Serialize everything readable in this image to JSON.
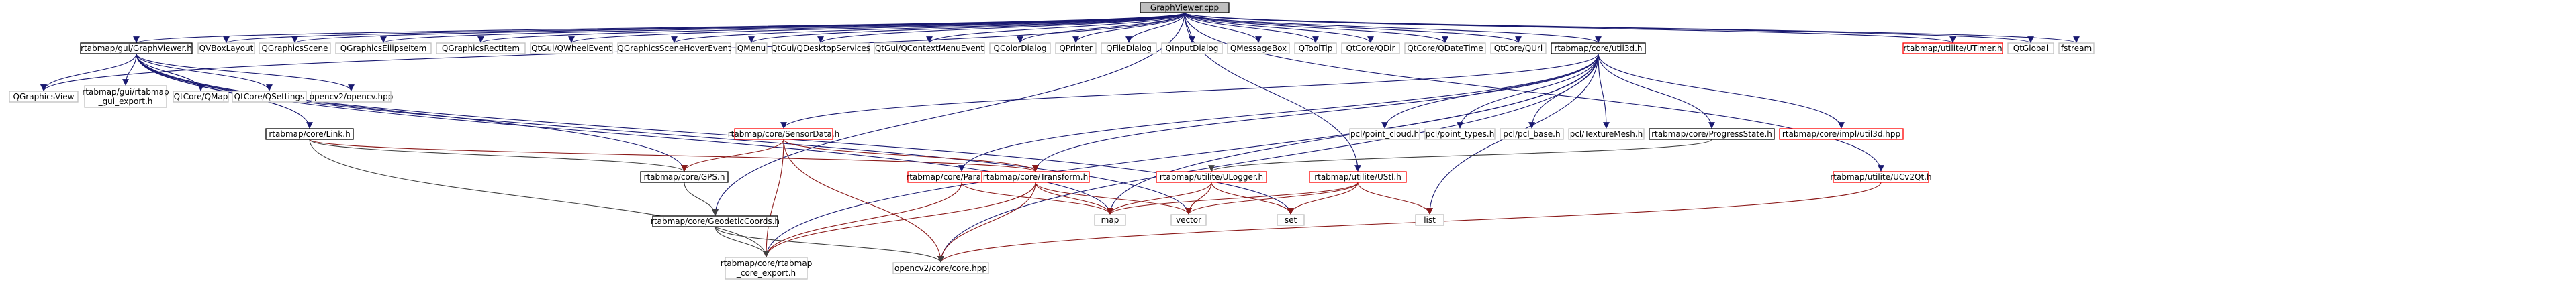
{
  "graph": {
    "colors": {
      "root_fill": "#bfbfbf",
      "documented_border": "#000000",
      "undocumented_border": "#c0c0c0",
      "truncated_border": "#ff0000",
      "text": "#000000",
      "system_text": "#000000",
      "edge_navy": "#191970",
      "edge_red": "#8b1a1a",
      "edge_dark": "#404040"
    },
    "nodes": [
      {
        "id": "root",
        "style": "root",
        "lines": [
          "GraphViewer.cpp"
        ]
      },
      {
        "id": "gv_h",
        "style": "doc",
        "lines": [
          "rtabmap/gui/GraphViewer.h"
        ]
      },
      {
        "id": "qvbox",
        "style": "sys",
        "lines": [
          "QVBoxLayout"
        ]
      },
      {
        "id": "qgscene",
        "style": "sys",
        "lines": [
          "QGraphicsScene"
        ]
      },
      {
        "id": "qgellipse",
        "style": "sys",
        "lines": [
          "QGraphicsEllipseItem"
        ]
      },
      {
        "id": "qgrect",
        "style": "sys",
        "lines": [
          "QGraphicsRectItem"
        ]
      },
      {
        "id": "qwheel",
        "style": "sys",
        "lines": [
          "QtGui/QWheelEvent"
        ]
      },
      {
        "id": "qghover",
        "style": "sys",
        "lines": [
          "QGraphicsSceneHoverEvent"
        ]
      },
      {
        "id": "qmenu",
        "style": "sys",
        "lines": [
          "QMenu"
        ]
      },
      {
        "id": "qdesktop",
        "style": "sys",
        "lines": [
          "QtGui/QDesktopServices"
        ]
      },
      {
        "id": "qctxmenu",
        "style": "sys",
        "lines": [
          "QtGui/QContextMenuEvent"
        ]
      },
      {
        "id": "qcolordlg",
        "style": "sys",
        "lines": [
          "QColorDialog"
        ]
      },
      {
        "id": "qprinter",
        "style": "sys",
        "lines": [
          "QPrinter"
        ]
      },
      {
        "id": "qfiledlg",
        "style": "sys",
        "lines": [
          "QFileDialog"
        ]
      },
      {
        "id": "qinputdlg",
        "style": "sys",
        "lines": [
          "QInputDialog"
        ]
      },
      {
        "id": "qmsgbox",
        "style": "sys",
        "lines": [
          "QMessageBox"
        ]
      },
      {
        "id": "qtooltip",
        "style": "sys",
        "lines": [
          "QToolTip"
        ]
      },
      {
        "id": "qdir",
        "style": "sys",
        "lines": [
          "QtCore/QDir"
        ]
      },
      {
        "id": "qdatetime",
        "style": "sys",
        "lines": [
          "QtCore/QDateTime"
        ]
      },
      {
        "id": "qurl",
        "style": "sys",
        "lines": [
          "QtCore/QUrl"
        ]
      },
      {
        "id": "util3d",
        "style": "doc",
        "lines": [
          "rtabmap/core/util3d.h"
        ]
      },
      {
        "id": "utimer",
        "style": "trunc",
        "lines": [
          "rtabmap/utilite/UTimer.h"
        ]
      },
      {
        "id": "qglobal",
        "style": "sys",
        "lines": [
          "QtGlobal"
        ]
      },
      {
        "id": "fstream",
        "style": "sys",
        "lines": [
          "fstream"
        ]
      },
      {
        "id": "qgview",
        "style": "sys",
        "lines": [
          "QGraphicsView"
        ]
      },
      {
        "id": "rtabgui_export",
        "style": "sys",
        "lines": [
          "rtabmap/gui/rtabmap",
          "_gui_export.h"
        ]
      },
      {
        "id": "qmap",
        "style": "sys",
        "lines": [
          "QtCore/QMap"
        ]
      },
      {
        "id": "qsettings",
        "style": "sys",
        "lines": [
          "QtCore/QSettings"
        ]
      },
      {
        "id": "opencv_hpp",
        "style": "sys",
        "lines": [
          "opencv2/opencv.hpp"
        ]
      },
      {
        "id": "link_h",
        "style": "doc",
        "lines": [
          "rtabmap/core/Link.h"
        ]
      },
      {
        "id": "sensordata",
        "style": "trunc",
        "lines": [
          "rtabmap/core/SensorData.h"
        ]
      },
      {
        "id": "pcl_cloud",
        "style": "sys",
        "lines": [
          "pcl/point_cloud.h"
        ]
      },
      {
        "id": "pcl_types",
        "style": "sys",
        "lines": [
          "pcl/point_types.h"
        ]
      },
      {
        "id": "pcl_base",
        "style": "sys",
        "lines": [
          "pcl/pcl_base.h"
        ]
      },
      {
        "id": "pcl_mesh",
        "style": "sys",
        "lines": [
          "pcl/TextureMesh.h"
        ]
      },
      {
        "id": "progress",
        "style": "doc",
        "lines": [
          "rtabmap/core/ProgressState.h"
        ]
      },
      {
        "id": "util3d_impl",
        "style": "trunc",
        "lines": [
          "rtabmap/core/impl/util3d.hpp"
        ]
      },
      {
        "id": "gps",
        "style": "doc",
        "lines": [
          "rtabmap/core/GPS.h"
        ]
      },
      {
        "id": "params",
        "style": "trunc",
        "lines": [
          "rtabmap/core/Parameters.h"
        ]
      },
      {
        "id": "transform",
        "style": "trunc",
        "lines": [
          "rtabmap/core/Transform.h"
        ]
      },
      {
        "id": "ulogger",
        "style": "trunc",
        "lines": [
          "rtabmap/utilite/ULogger.h"
        ]
      },
      {
        "id": "ustl",
        "style": "trunc",
        "lines": [
          "rtabmap/utilite/UStl.h"
        ]
      },
      {
        "id": "ucv2qt",
        "style": "trunc",
        "lines": [
          "rtabmap/utilite/UCv2Qt.h"
        ]
      },
      {
        "id": "geocoords",
        "style": "doc",
        "lines": [
          "rtabmap/core/GeodeticCoords.h"
        ]
      },
      {
        "id": "map",
        "style": "sys",
        "lines": [
          "map"
        ]
      },
      {
        "id": "vector",
        "style": "sys",
        "lines": [
          "vector"
        ]
      },
      {
        "id": "set",
        "style": "sys",
        "lines": [
          "set"
        ]
      },
      {
        "id": "list",
        "style": "sys",
        "lines": [
          "list"
        ]
      },
      {
        "id": "core_export",
        "style": "sys",
        "lines": [
          "rtabmap/core/rtabmap",
          "_core_export.h"
        ]
      },
      {
        "id": "core_hpp",
        "style": "sys",
        "lines": [
          "opencv2/core/core.hpp"
        ]
      }
    ],
    "edges": [
      {
        "from": "root",
        "to": "gv_h",
        "color": "navy"
      },
      {
        "from": "root",
        "to": "qvbox",
        "color": "navy"
      },
      {
        "from": "root",
        "to": "qgscene",
        "color": "navy"
      },
      {
        "from": "root",
        "to": "qgellipse",
        "color": "navy"
      },
      {
        "from": "root",
        "to": "qgrect",
        "color": "navy"
      },
      {
        "from": "root",
        "to": "qwheel",
        "color": "navy"
      },
      {
        "from": "root",
        "to": "qghover",
        "color": "navy"
      },
      {
        "from": "root",
        "to": "qmenu",
        "color": "navy"
      },
      {
        "from": "root",
        "to": "qdesktop",
        "color": "navy"
      },
      {
        "from": "root",
        "to": "qctxmenu",
        "color": "navy"
      },
      {
        "from": "root",
        "to": "qcolordlg",
        "color": "navy"
      },
      {
        "from": "root",
        "to": "qprinter",
        "color": "navy"
      },
      {
        "from": "root",
        "to": "qfiledlg",
        "color": "navy"
      },
      {
        "from": "root",
        "to": "qinputdlg",
        "color": "navy"
      },
      {
        "from": "root",
        "to": "qmsgbox",
        "color": "navy"
      },
      {
        "from": "root",
        "to": "qtooltip",
        "color": "navy"
      },
      {
        "from": "root",
        "to": "qdir",
        "color": "navy"
      },
      {
        "from": "root",
        "to": "qdatetime",
        "color": "navy"
      },
      {
        "from": "root",
        "to": "qurl",
        "color": "navy"
      },
      {
        "from": "root",
        "to": "util3d",
        "color": "navy"
      },
      {
        "from": "root",
        "to": "utimer",
        "color": "navy"
      },
      {
        "from": "root",
        "to": "qglobal",
        "color": "navy"
      },
      {
        "from": "root",
        "to": "fstream",
        "color": "navy"
      },
      {
        "from": "root",
        "to": "qgview",
        "color": "navy"
      },
      {
        "from": "root",
        "to": "ucv2qt",
        "color": "navy"
      },
      {
        "from": "root",
        "to": "ustl",
        "color": "navy"
      },
      {
        "from": "root",
        "to": "geocoords",
        "color": "navy"
      },
      {
        "from": "gv_h",
        "to": "qgview",
        "color": "navy"
      },
      {
        "from": "gv_h",
        "to": "rtabgui_export",
        "color": "navy"
      },
      {
        "from": "gv_h",
        "to": "qmap",
        "color": "navy"
      },
      {
        "from": "gv_h",
        "to": "qsettings",
        "color": "navy"
      },
      {
        "from": "gv_h",
        "to": "opencv_hpp",
        "color": "navy"
      },
      {
        "from": "gv_h",
        "to": "link_h",
        "color": "navy"
      },
      {
        "from": "gv_h",
        "to": "gps",
        "color": "navy"
      },
      {
        "from": "gv_h",
        "to": "map",
        "color": "navy"
      },
      {
        "from": "gv_h",
        "to": "set",
        "color": "navy"
      },
      {
        "from": "gv_h",
        "to": "vector",
        "color": "navy"
      },
      {
        "from": "util3d",
        "to": "sensordata",
        "color": "navy"
      },
      {
        "from": "util3d",
        "to": "pcl_cloud",
        "color": "navy"
      },
      {
        "from": "util3d",
        "to": "pcl_types",
        "color": "navy"
      },
      {
        "from": "util3d",
        "to": "pcl_base",
        "color": "navy"
      },
      {
        "from": "util3d",
        "to": "pcl_mesh",
        "color": "navy"
      },
      {
        "from": "util3d",
        "to": "progress",
        "color": "navy"
      },
      {
        "from": "util3d",
        "to": "util3d_impl",
        "color": "navy"
      },
      {
        "from": "util3d",
        "to": "params",
        "color": "navy"
      },
      {
        "from": "util3d",
        "to": "transform",
        "color": "navy"
      },
      {
        "from": "util3d",
        "to": "core_export",
        "color": "navy"
      },
      {
        "from": "util3d",
        "to": "core_hpp",
        "color": "navy"
      },
      {
        "from": "util3d",
        "to": "map",
        "color": "navy"
      },
      {
        "from": "util3d",
        "to": "list",
        "color": "navy"
      },
      {
        "from": "link_h",
        "to": "gps",
        "color": "dark"
      },
      {
        "from": "link_h",
        "to": "transform",
        "color": "red"
      },
      {
        "from": "link_h",
        "to": "core_export",
        "color": "dark"
      },
      {
        "from": "sensordata",
        "to": "gps",
        "color": "red"
      },
      {
        "from": "sensordata",
        "to": "transform",
        "color": "red"
      },
      {
        "from": "sensordata",
        "to": "core_export",
        "color": "red"
      },
      {
        "from": "sensordata",
        "to": "core_hpp",
        "color": "red"
      },
      {
        "from": "progress",
        "to": "ulogger",
        "color": "dark"
      },
      {
        "from": "gps",
        "to": "geocoords",
        "color": "dark"
      },
      {
        "from": "params",
        "to": "core_export",
        "color": "red"
      },
      {
        "from": "params",
        "to": "map",
        "color": "red"
      },
      {
        "from": "transform",
        "to": "core_export",
        "color": "red"
      },
      {
        "from": "transform",
        "to": "core_hpp",
        "color": "red"
      },
      {
        "from": "transform",
        "to": "vector",
        "color": "red"
      },
      {
        "from": "transform",
        "to": "map",
        "color": "red"
      },
      {
        "from": "ulogger",
        "to": "map",
        "color": "red"
      },
      {
        "from": "ulogger",
        "to": "vector",
        "color": "red"
      },
      {
        "from": "ulogger",
        "to": "set",
        "color": "red"
      },
      {
        "from": "ustl",
        "to": "map",
        "color": "red"
      },
      {
        "from": "ustl",
        "to": "vector",
        "color": "red"
      },
      {
        "from": "ustl",
        "to": "set",
        "color": "red"
      },
      {
        "from": "ustl",
        "to": "list",
        "color": "red"
      },
      {
        "from": "ucv2qt",
        "to": "core_hpp",
        "color": "red"
      },
      {
        "from": "geocoords",
        "to": "core_export",
        "color": "dark"
      },
      {
        "from": "geocoords",
        "to": "core_hpp",
        "color": "dark"
      }
    ]
  }
}
